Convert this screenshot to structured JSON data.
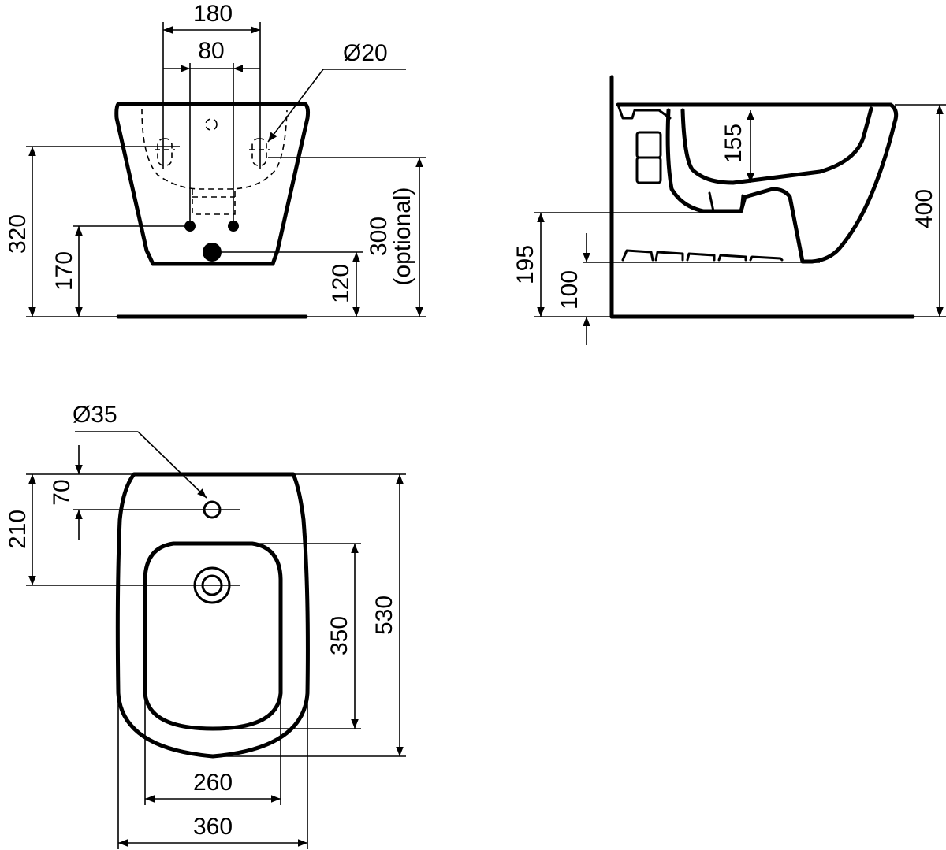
{
  "front_view": {
    "dim_top_outer": "180",
    "dim_top_inner": "80",
    "dim_tap_hole": "Ø20",
    "dim_height_left": "320",
    "dim_fixing_height": "170",
    "dim_waste_height": "120",
    "dim_optional_1": "300",
    "dim_optional_2": "(optional)"
  },
  "side_view": {
    "dim_bowl_depth": "155",
    "dim_total_height": "400",
    "dim_waste_outlet": "195",
    "dim_bottom": "100"
  },
  "top_view": {
    "dim_hole": "Ø35",
    "dim_hole_offset": "70",
    "dim_fixing_offset": "210",
    "dim_inner_length": "350",
    "dim_total_length": "530",
    "dim_inner_width": "260",
    "dim_total_width": "360"
  }
}
